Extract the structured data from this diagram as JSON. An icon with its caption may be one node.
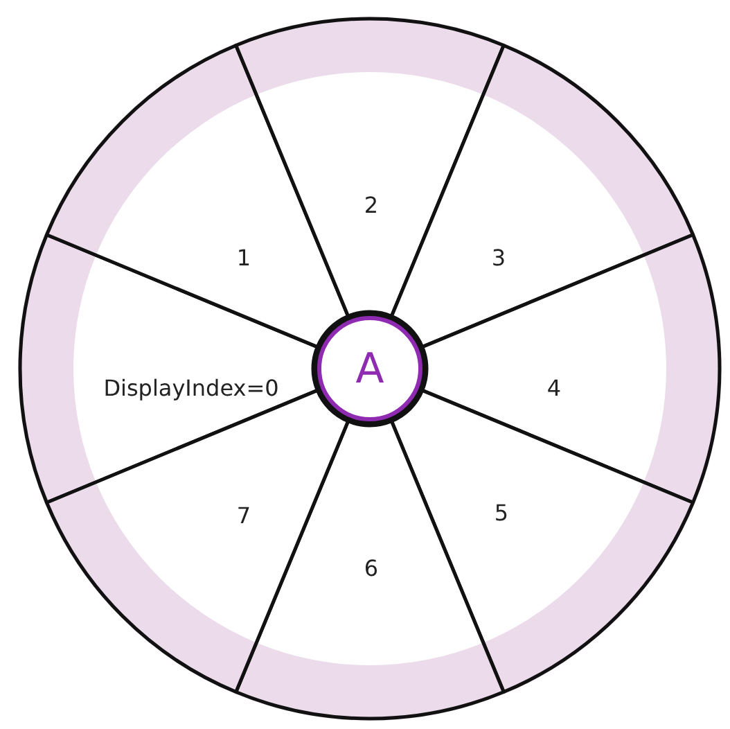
{
  "diagram": {
    "nodes": [
      {
        "text": [
          "DisplayIndex=0"
        ]
      },
      {
        "text": [
          "1"
        ]
      },
      {
        "text": [
          "2"
        ]
      },
      {
        "text": [
          "3"
        ]
      },
      {
        "text": [
          "4"
        ]
      },
      {
        "text": [
          "5"
        ]
      },
      {
        "text": [
          "6"
        ]
      },
      {
        "text": [
          "7"
        ]
      },
      {
        "text": [
          "A"
        ]
      }
    ]
  }
}
